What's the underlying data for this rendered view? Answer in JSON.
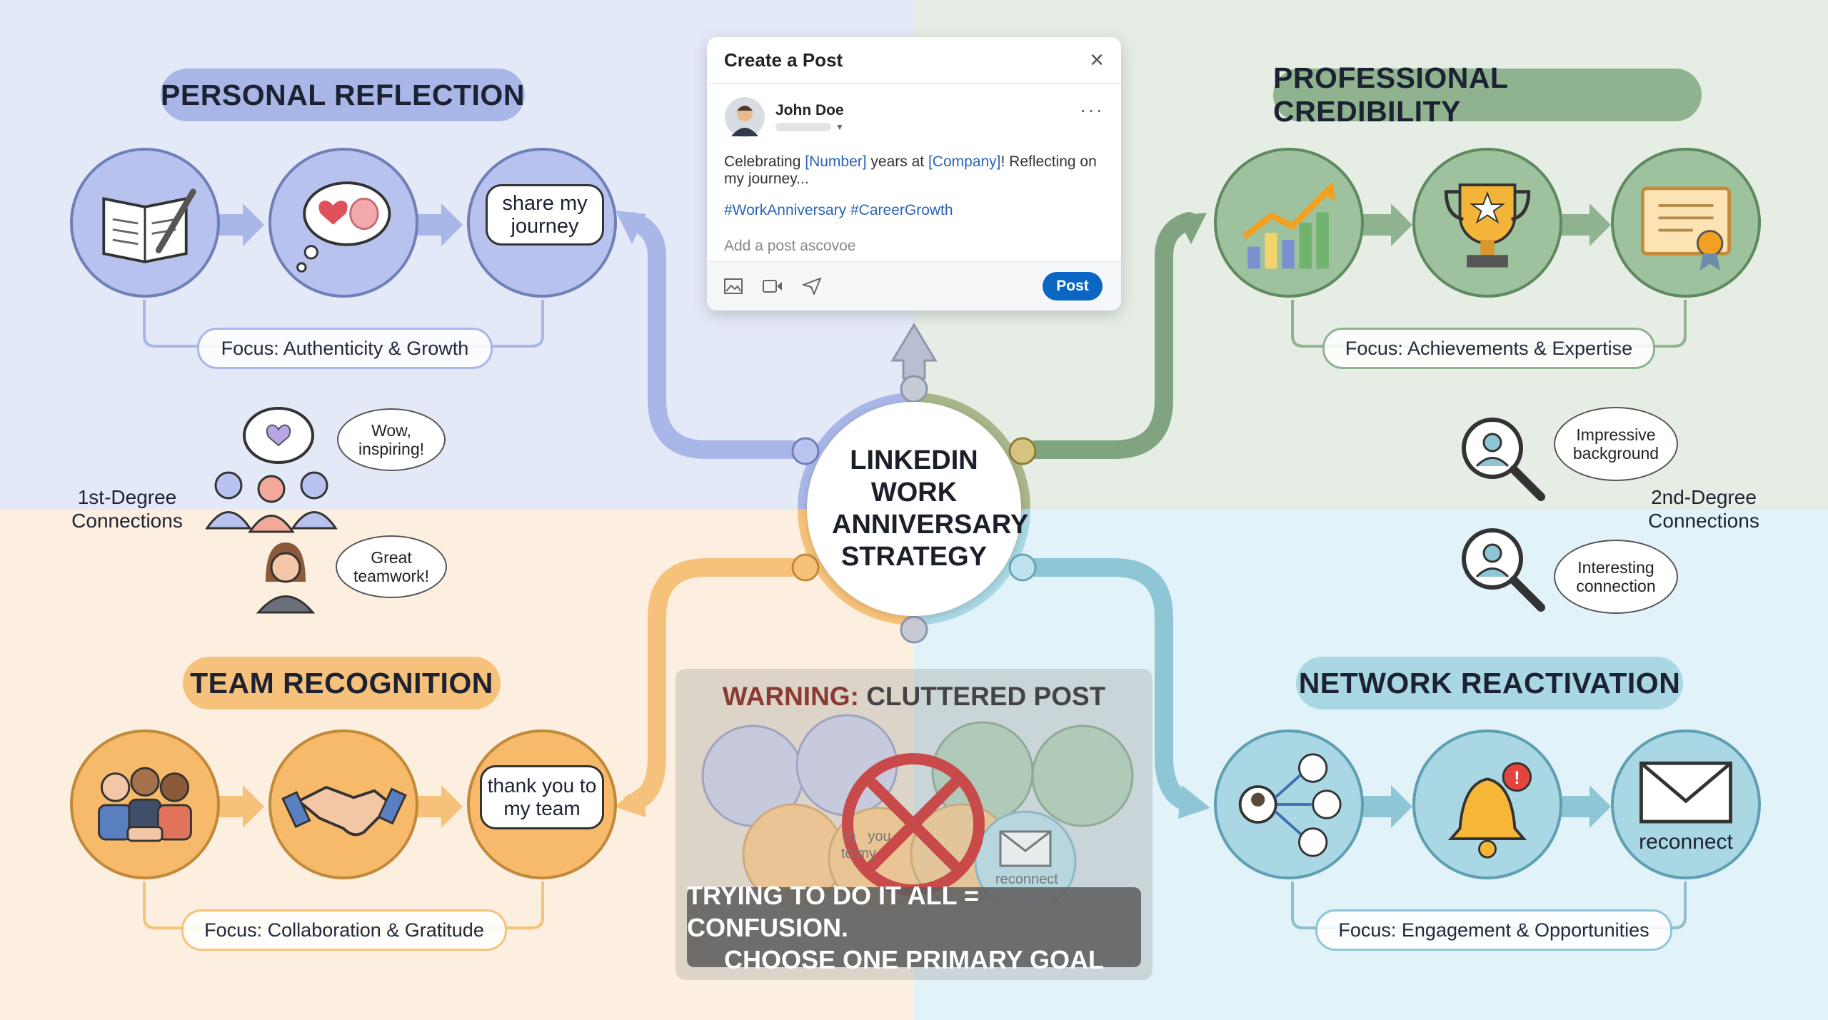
{
  "personal": {
    "title": "PERSONAL REFLECTION",
    "bubble": "share my journey",
    "focus": "Focus: Authenticity & Growth"
  },
  "professional": {
    "title": "PROFESSIONAL CREDIBILITY",
    "focus": "Focus: Achievements & Expertise"
  },
  "team": {
    "title": "TEAM RECOGNITION",
    "bubble": "thank you to my team",
    "focus": "Focus: Collaboration & Gratitude"
  },
  "network": {
    "title": "NETWORK REACTIVATION",
    "reconnect": "reconnect",
    "focus": "Focus: Engagement & Opportunities"
  },
  "first_degree": {
    "label": "1st-Degree Connections",
    "comment1": "Wow, inspiring!",
    "comment2": "Great teamwork!"
  },
  "second_degree": {
    "label": "2nd-Degree Connections",
    "comment1": "Impressive background",
    "comment2": "Interesting connection"
  },
  "center": {
    "text": "LINKEDIN WORK ANNIVERSARY STRATEGY"
  },
  "post": {
    "title": "Create a Post",
    "author": "John Doe",
    "text_1": "Celebrating ",
    "token_number": "[Number]",
    "text_2": " years at ",
    "token_company": "[Company]",
    "text_3": "! Reflecting on my journey...",
    "hashtags": "#WorkAnniversary #CareerGrowth",
    "placeholder": "Add a post ascovoe",
    "post_button": "Post"
  },
  "warning": {
    "label": "WARNING:",
    "title": "CLUTTERED POST",
    "line1": "TRYING TO DO IT ALL = CONFUSION.",
    "line2": "CHOOSE ONE PRIMARY GOAL",
    "ghost_text1": "th   you",
    "ghost_text2": "to my",
    "ghost_text3": "reconnect"
  },
  "colors": {
    "personal_bg": "#e4e9f8",
    "professional_bg": "#e6ede4",
    "team_bg": "#fcefdf",
    "network_bg": "#e1f2f8",
    "personal": "#a9b7e8",
    "professional": "#8fb38f",
    "team": "#f6c27b",
    "network": "#a9d7e3",
    "post_blue": "#0a66c2",
    "warning_red": "#8a3a30"
  }
}
